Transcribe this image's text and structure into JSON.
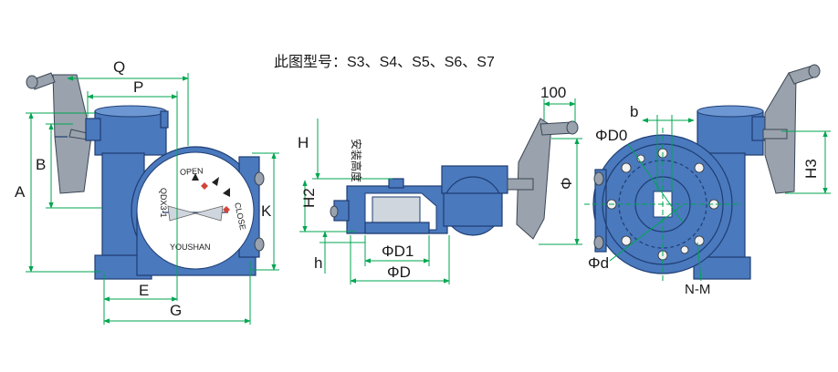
{
  "caption": "此图型号：S3、S4、S5、S6、S7",
  "labels": {
    "Q": "Q",
    "P": "P",
    "A": "A",
    "B": "B",
    "E": "E",
    "G": "G",
    "K": "K",
    "H": "H",
    "install_height": "安装高度",
    "H2": "H2",
    "h": "h",
    "D1": "ΦD1",
    "D": "ΦD",
    "dim100": "100",
    "phi": "Φ",
    "b": "b",
    "D0": "ΦD0",
    "H3": "H3",
    "d": "Φd",
    "NM": "N-M"
  },
  "dial": {
    "open": "OPEN",
    "close": "CLOSE",
    "model": "QDX3-1",
    "brand": "YOUSHAN"
  },
  "colors": {
    "body": "#4a79bd",
    "dim_line": "#00a651",
    "handwheel": "#9aa3ad",
    "accent": "#d1453b"
  }
}
